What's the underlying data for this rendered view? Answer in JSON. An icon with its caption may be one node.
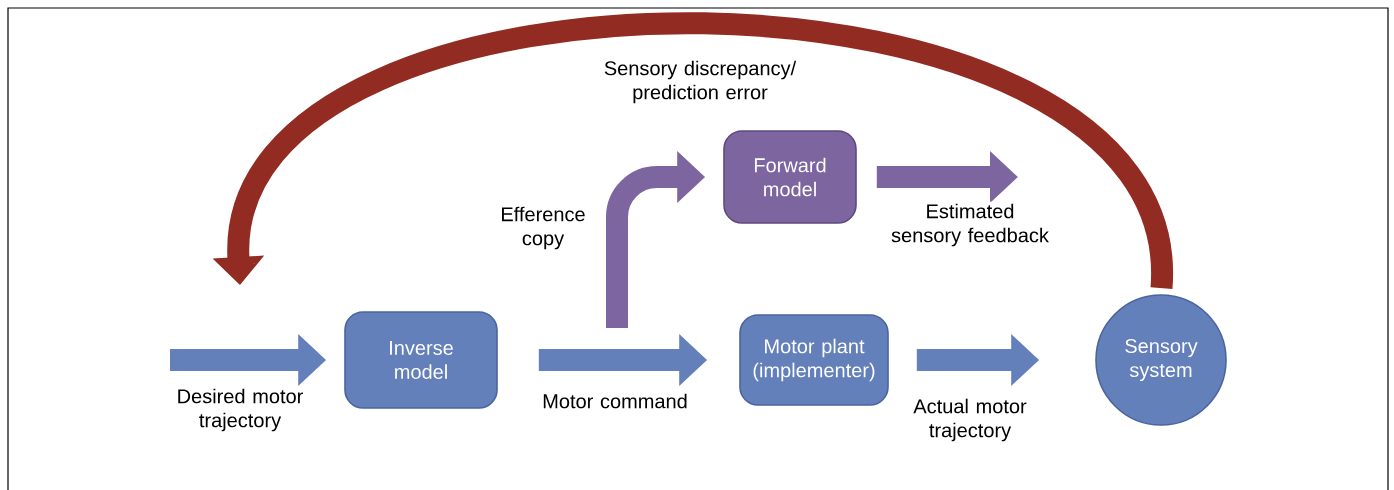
{
  "diagram": {
    "nodes": [
      {
        "text": [
          "Inverse model"
        ]
      },
      {
        "text": [
          "Forward model"
        ]
      },
      {
        "text": [
          "Motor plant (implementer)"
        ]
      },
      {
        "text": [
          "Sensory system"
        ]
      }
    ],
    "edges": [
      {
        "from": null,
        "to": 0,
        "arrow": "to",
        "label": "Desired motor trajectory"
      },
      {
        "from": 0,
        "to": 2,
        "arrow": "to",
        "label": "Motor command"
      },
      {
        "from": null,
        "to": 1,
        "arrow": "to",
        "label": "Efference copy",
        "color": "#7d66a0"
      },
      {
        "from": 1,
        "to": null,
        "arrow": "to",
        "label": "Estimated sensory feedback",
        "color": "#7d66a0"
      },
      {
        "from": 2,
        "to": 3,
        "arrow": "to",
        "label": "Actual motor trajectory"
      },
      {
        "from": 3,
        "to": null,
        "arrow": "to",
        "label": "Sensory discrepancy/ prediction error",
        "color": "#922b21"
      }
    ]
  }
}
